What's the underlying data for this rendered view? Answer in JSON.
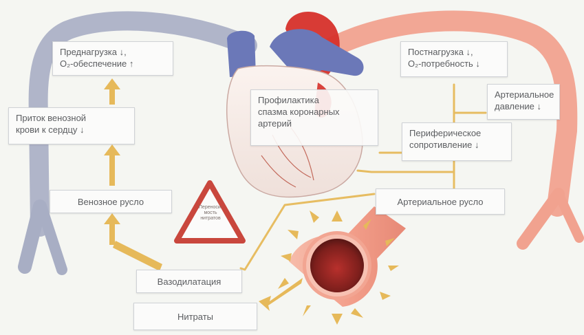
{
  "header": {
    "caption": ""
  },
  "boxes": {
    "preload": "Преднагрузка ↓,\nO₂-обеспечение ↑",
    "venous_return": "Приток венозной\nкрови к сердцу ↓",
    "venous_bed": "Венозное русло",
    "vasodilation": "Вазодилатация",
    "nitrates": "Нитраты",
    "spasm_prevention": "Профилактика\nспазма коронарных\nартерий",
    "afterload": "Постнагрузка ↓,\nO₂-потребность ↓",
    "arterial_pressure": "Артериальное\nдавление ↓",
    "peripheral_resistance": "Периферическое\nсопротивление ↓",
    "arterial_bed": "Артериальное русло"
  },
  "warning": {
    "text": "Переноси-\nмость\nнитратов"
  },
  "colors": {
    "arrow": "#e6b95a",
    "vein": "#a7adc4",
    "artery": "#f1a38f",
    "heart_red": "#d6302a",
    "heart_blue": "#6b78b8",
    "heart_body": "#f6ebe6",
    "triangle_red": "#c9473d"
  }
}
